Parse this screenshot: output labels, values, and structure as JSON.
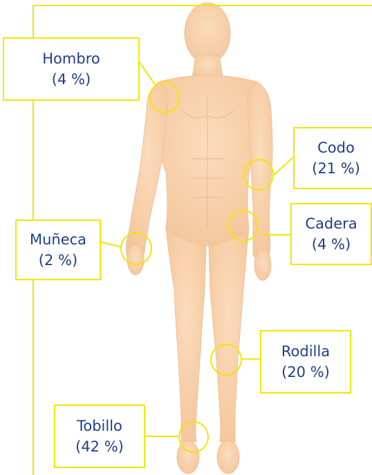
{
  "labels": [
    {
      "id": "hombro",
      "name": "Hombro",
      "pct": "(4 %)"
    },
    {
      "id": "codo",
      "name": "Codo",
      "pct": "(21 %)"
    },
    {
      "id": "cadera",
      "name": "Cadera",
      "pct": "(4 %)"
    },
    {
      "id": "muneca",
      "name": "Muñeca",
      "pct": "(2 %)"
    },
    {
      "id": "rodilla",
      "name": "Rodilla",
      "pct": "(20 %)"
    },
    {
      "id": "tobillo",
      "name": "Tobillo",
      "pct": "(42 %)"
    }
  ],
  "colors": {
    "accent": "#f2e600",
    "text": "#1f3d8c",
    "skin": "#f9d6b1",
    "skin_shadow": "#efbf93"
  }
}
